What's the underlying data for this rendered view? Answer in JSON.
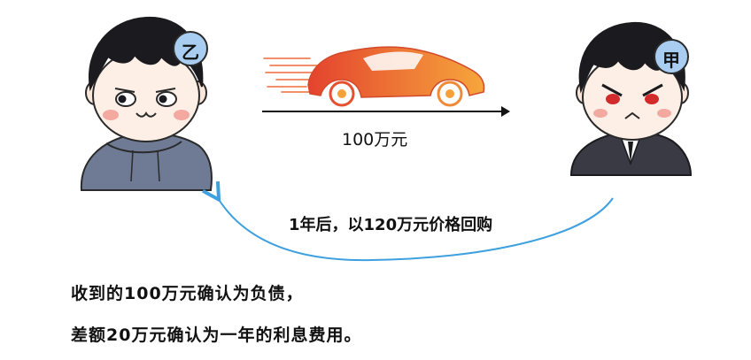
{
  "characters": {
    "left_badge": "乙",
    "right_badge": "甲"
  },
  "transfer": {
    "amount": "100万元",
    "buyback": "1年后，以120万元价格回购"
  },
  "conclusion": {
    "line1": "收到的100万元确认为负债，",
    "line2": "差额20万元确认为一年的利息费用。"
  },
  "colors": {
    "car_gradient": [
      "#e84a2f",
      "#f6a03a"
    ],
    "badge_fill": "#a9cdf0",
    "curve": "#3ea0df",
    "hoodie": "#6f7b95",
    "suit": "#3a3a44"
  }
}
